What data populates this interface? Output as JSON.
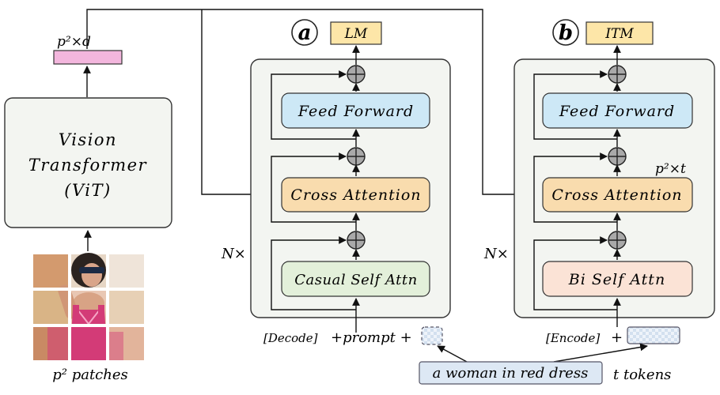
{
  "vit": {
    "output_dim_label": "p²×d",
    "line1": "Vision",
    "line2": "Transformer",
    "line3": "(ViT)",
    "patches_label": "p² patches"
  },
  "module_a": {
    "badge": "a",
    "head_label": "LM",
    "repeat_label": "N×",
    "feed_forward": "Feed Forward",
    "cross_attention": "Cross Attention",
    "self_attention": "Casual Self Attn",
    "input_prefix": "[Decode]",
    "input_middle": "+prompt +",
    "plus": "+"
  },
  "module_b": {
    "badge": "b",
    "head_label": "ITM",
    "repeat_label": "N×",
    "dim_label": "p²×t",
    "feed_forward": "Feed Forward",
    "cross_attention": "Cross Attention",
    "self_attention": "Bi Self Attn",
    "input_prefix": "[Encode]",
    "input_plus": "+"
  },
  "text_input": {
    "caption": "a woman in red dress",
    "tokens_label": "t tokens"
  },
  "colors": {
    "feed_forward_fill": "#cde8f6",
    "cross_attention_fill": "#f9dcae",
    "casual_self_fill": "#e3f0da",
    "bi_self_fill": "#fbe3d6",
    "head_fill": "#fde6a8",
    "vit_out_fill": "#f3b6dd",
    "module_bg": "#f3f5f1",
    "token_fill": "#dde8f4"
  }
}
